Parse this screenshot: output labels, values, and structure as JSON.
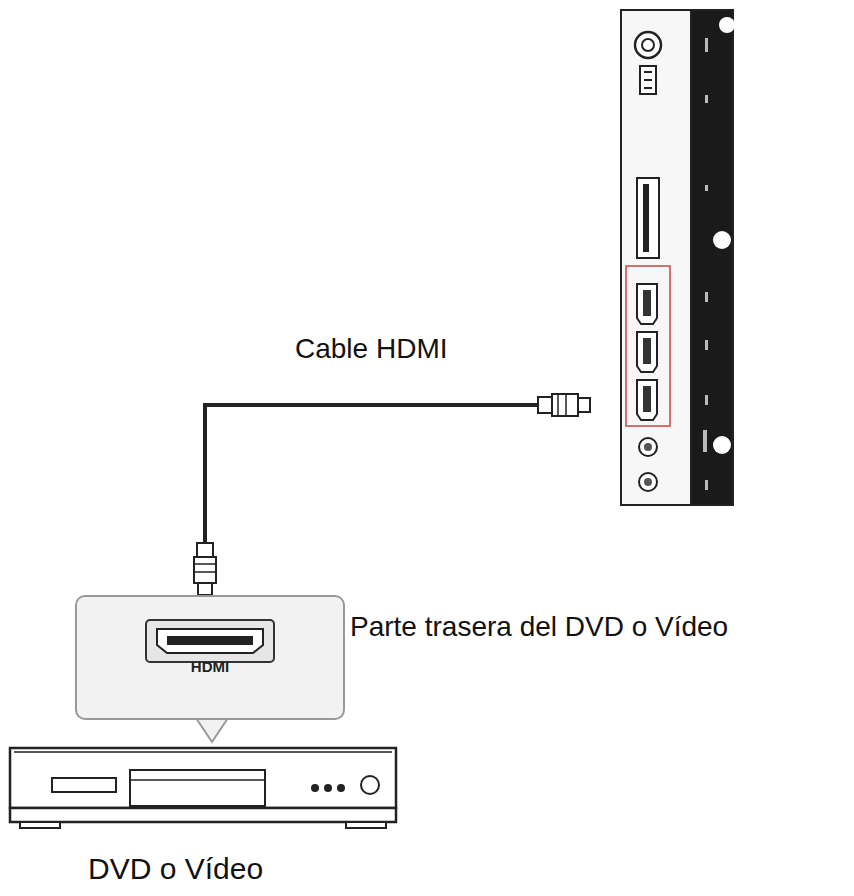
{
  "diagram": {
    "nodes": [
      {
        "text": [
          "HDMI"
        ]
      }
    ],
    "labels": [
      "Cable HDMI",
      "Parte trasera del DVD o Vídeo",
      "DVD o Vídeo"
    ]
  }
}
